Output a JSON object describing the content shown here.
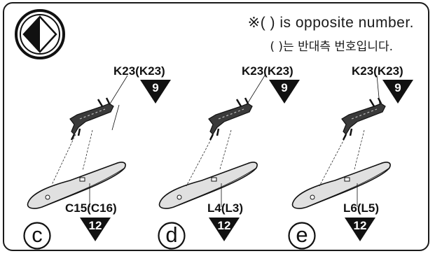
{
  "header": {
    "note_en": "※(   ) is opposite number.",
    "note_ko": "(   )는 반대측 번호입니다."
  },
  "panels": [
    {
      "letter": "c",
      "top_part": "K23(K23)",
      "top_step": "9",
      "bottom_part": "C15(C16)",
      "bottom_step": "12"
    },
    {
      "letter": "d",
      "top_part": "K23(K23)",
      "top_step": "9",
      "bottom_part": "L4(L3)",
      "bottom_step": "12"
    },
    {
      "letter": "e",
      "top_part": "K23(K23)",
      "top_step": "9",
      "bottom_part": "L6(L5)",
      "bottom_step": "12"
    }
  ],
  "colors": {
    "ink": "#1a1a1a",
    "part_fill": "#dcdcdc",
    "bracket_fill": "#555555"
  },
  "icons": {
    "logo": "diamond-arrow-icon",
    "step_marker": "triangle-step-icon",
    "variant_letter": "circled-letter-icon"
  }
}
